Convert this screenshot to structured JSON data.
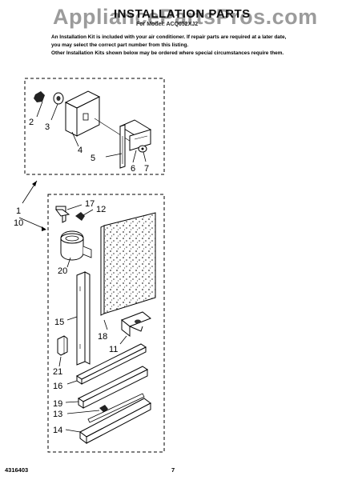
{
  "header": {
    "watermark": "AppliancePartsPros.com",
    "title": "INSTALLATION PARTS",
    "subtitle": "For Model: ACQ052XJ2"
  },
  "intro": {
    "line1": "An Installation Kit is included with your air conditioner. If repair parts are required at a later date, you may select the correct part number from this listing.",
    "line2": "Other Installation Kits shown below may be ordered where special circumstances require them."
  },
  "callouts": {
    "c1": "1",
    "c2": "2",
    "c3": "3",
    "c4": "4",
    "c5": "5",
    "c6": "6",
    "c7": "7",
    "c10": "10",
    "c11": "11",
    "c12": "12",
    "c13": "13",
    "c14": "14",
    "c15": "15",
    "c16": "16",
    "c17": "17",
    "c18": "18",
    "c19": "19",
    "c20": "20",
    "c21": "21"
  },
  "footer": {
    "part_code": "4316403",
    "page_number": "7"
  }
}
